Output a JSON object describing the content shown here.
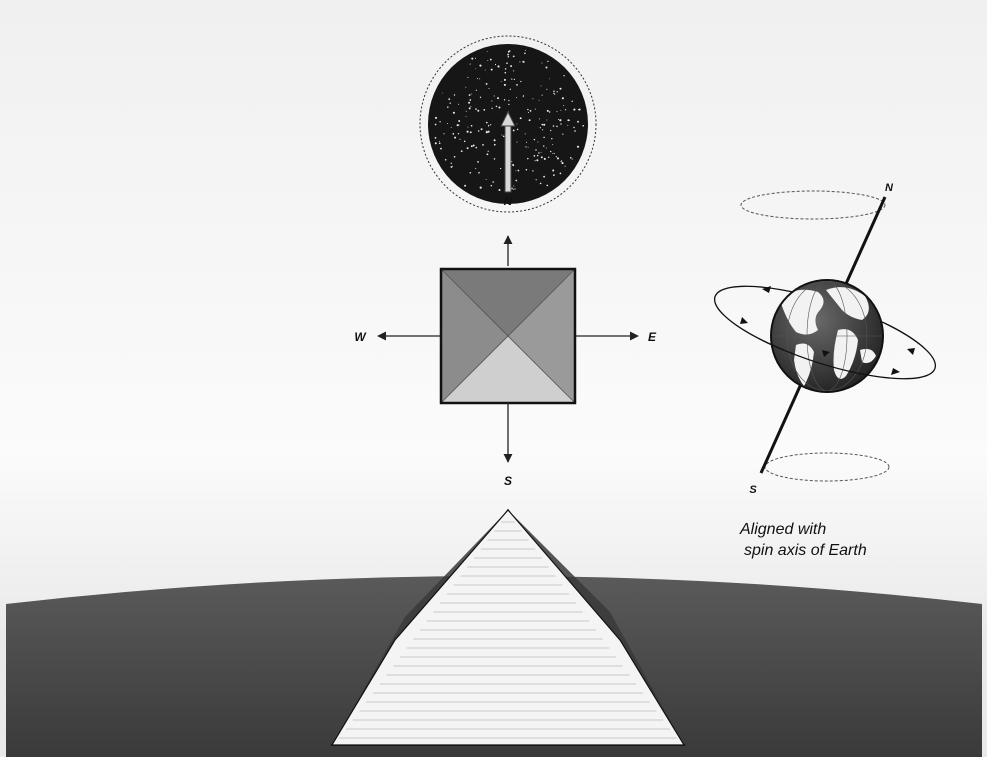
{
  "compass": {
    "north": "N",
    "south": "S",
    "east": "E",
    "west": "W"
  },
  "earth": {
    "north": "N",
    "south": "S"
  },
  "caption": {
    "line1": "Aligned with",
    "line2": "spin axis of Earth"
  },
  "colors": {
    "sky_top": "#f2f2f2",
    "sky_bottom": "#ffffff",
    "ground": "#4a4a4a",
    "night_sky": "#161616",
    "pyramid_face": "#f4f4f4"
  }
}
